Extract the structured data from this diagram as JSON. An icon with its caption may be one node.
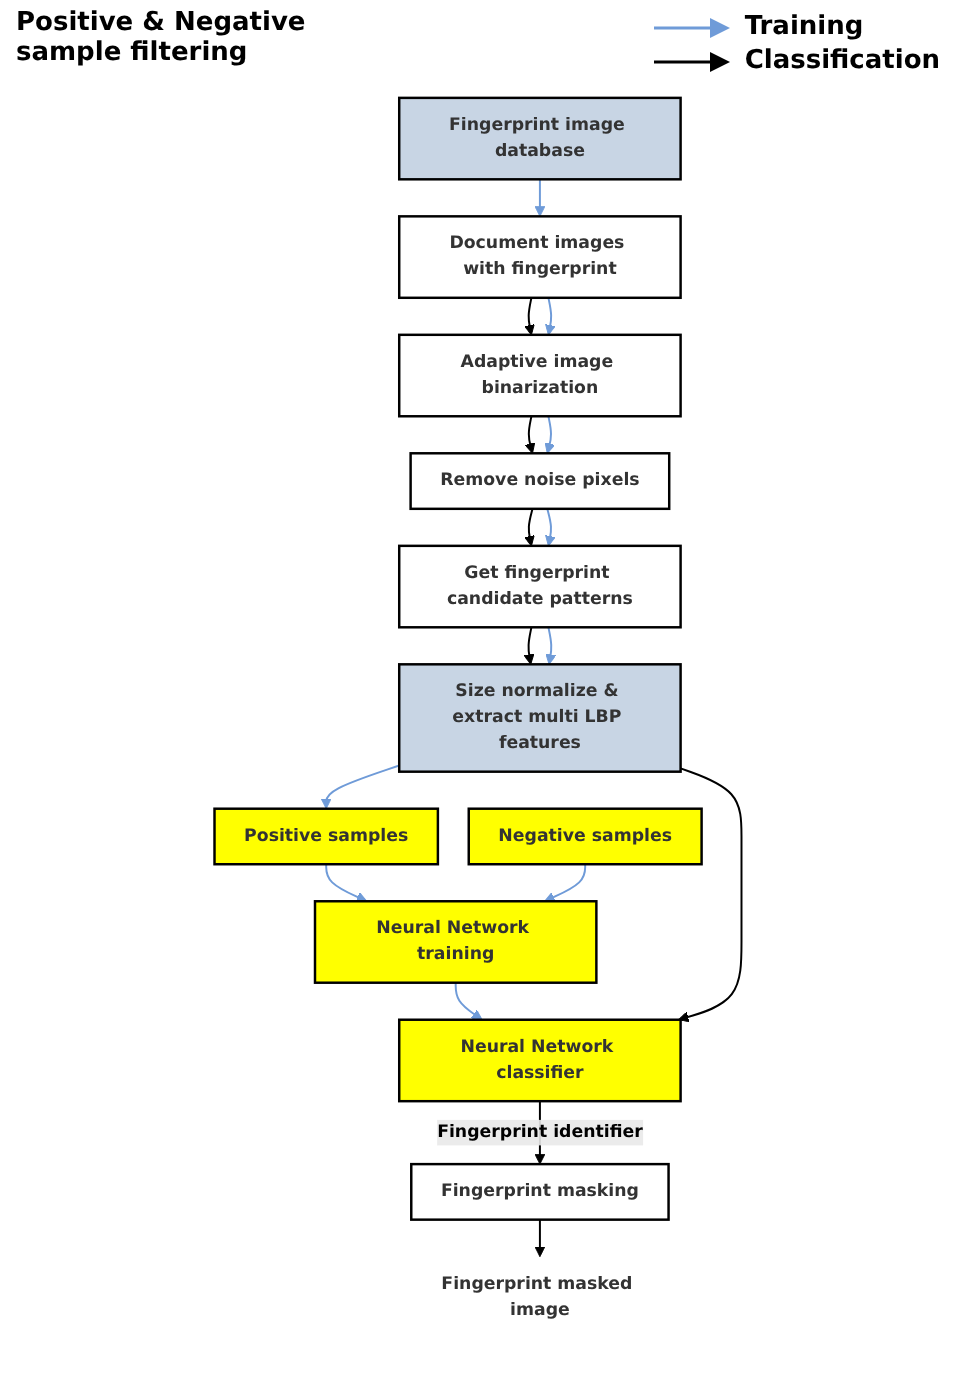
{
  "diagram": {
    "nodes": [
      {
        "text": [
          "Document images with fingerprint"
        ]
      },
      {
        "text": [
          "Fingerprint image database"
        ]
      },
      {
        "text": [
          "Adaptive image binarization"
        ]
      },
      {
        "text": [
          "Remove noise pixels"
        ]
      },
      {
        "text": [
          "Get fingerprint candidate patterns"
        ]
      },
      {
        "text": [
          "Size normalize & extract multi LBP features"
        ]
      },
      {
        "text": [
          "Positive samples"
        ]
      },
      {
        "text": [
          "Negative samples"
        ]
      },
      {
        "text": [
          "Neural Network classifier"
        ]
      },
      {
        "text": [
          "Neural Network training"
        ]
      },
      {
        "text": [
          "Fingerprint masking"
        ]
      },
      {
        "text": [
          "Fingerprint masked image"
        ]
      }
    ],
    "edges": [
      {
        "from": 1,
        "to": 0,
        "arrow": "to"
      },
      {
        "from": 0,
        "to": 2,
        "arrow": "to",
        "color": "#000000"
      },
      {
        "from": 0,
        "to": 2,
        "arrow": "to"
      },
      {
        "from": 2,
        "to": 3,
        "arrow": "to",
        "color": "#000000"
      },
      {
        "from": 2,
        "to": 3,
        "arrow": "to"
      },
      {
        "from": 3,
        "to": 4,
        "arrow": "to",
        "color": "#000000"
      },
      {
        "from": 3,
        "to": 4,
        "arrow": "to"
      },
      {
        "from": 4,
        "to": 5,
        "arrow": "to",
        "color": "#000000"
      },
      {
        "from": 4,
        "to": 5,
        "arrow": "to"
      },
      {
        "from": 5,
        "to": 6,
        "arrow": "to"
      },
      {
        "from": 6,
        "to": 9,
        "arrow": "to"
      },
      {
        "from": 7,
        "to": 9,
        "arrow": "to"
      },
      {
        "from": 9,
        "to": 8,
        "arrow": "to"
      },
      {
        "from": 5,
        "to": 8,
        "arrow": "to",
        "color": "#000000"
      },
      {
        "from": 8,
        "to": 10,
        "arrow": "to",
        "label": "Fingerprint identifier",
        "color": "#000000"
      },
      {
        "from": 10,
        "to": 11,
        "arrow": "to",
        "color": "#000000"
      }
    ],
    "labels": [
      "Positive & Negative sample filtering"
    ],
    "legend": [
      {
        "text": "Training"
      },
      {
        "text": "Classification"
      }
    ]
  }
}
